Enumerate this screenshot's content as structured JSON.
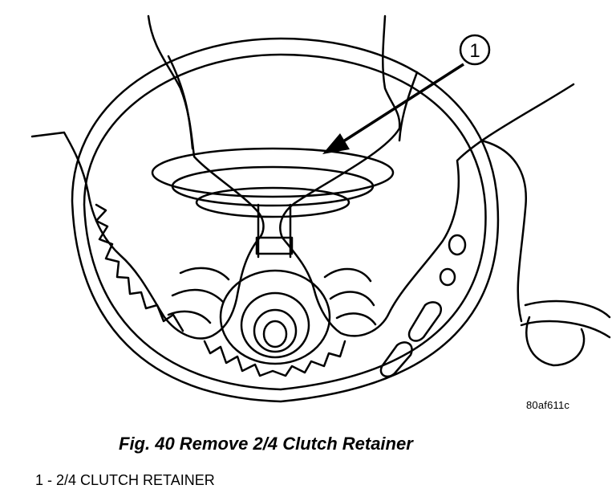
{
  "figure": {
    "callout": "1",
    "drawing_code": "80af611c"
  },
  "caption": "Fig. 40 Remove 2/4 Clutch Retainer",
  "legend": [
    {
      "text": "1 - 2/4 CLUTCH RETAINER"
    }
  ]
}
